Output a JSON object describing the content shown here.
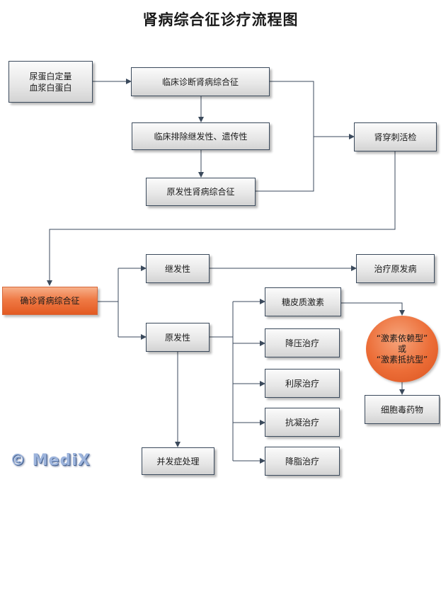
{
  "title": "肾病综合征诊疗流程图",
  "nodes": {
    "proteinuria": [
      "尿蛋白定量",
      "血浆白蛋白"
    ],
    "clinical_diagnosis": "临床诊断肾病综合征",
    "exclude_secondary": "临床排除继发性、遗传性",
    "primary_ns": "原发性肾病综合征",
    "renal_biopsy": "肾穿刺活检",
    "confirmed": "确诊肾病综合征",
    "secondary": "继发性",
    "treat_primary_disease": "治疗原发病",
    "primary": "原发性",
    "glucocorticoid": "糖皮质激素",
    "antihypertensive": "降压治疗",
    "diuretic": "利尿治疗",
    "anticoagulant": "抗凝治疗",
    "lipid_lowering": "降脂治疗",
    "steroid_type": [
      "“激素依赖型”",
      "或",
      "“激素抵抗型”"
    ],
    "cytotoxic": "细胞毒药物",
    "complications": "并发症处理"
  },
  "watermark": "© MediX",
  "colors": {
    "accent_orange": "#e8622a",
    "box_border": "#3b4a5c",
    "connector": "#3b4a5c",
    "logo": "#9db4dc"
  }
}
